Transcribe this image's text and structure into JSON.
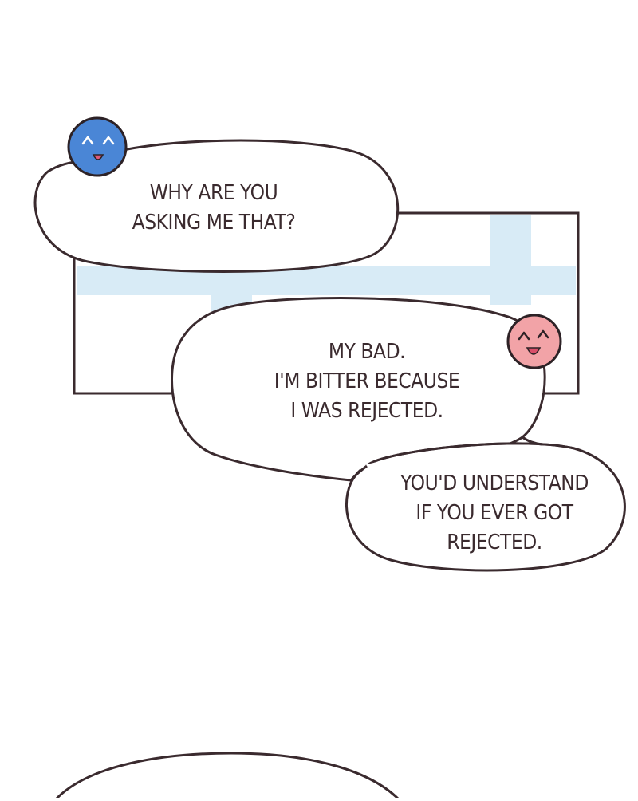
{
  "panel": {
    "bubbles": [
      {
        "speaker": "blue",
        "lines": [
          "WHY ARE YOU",
          "ASKING ME THAT?"
        ]
      },
      {
        "speaker": "pink",
        "lines": [
          "MY BAD.",
          "I'M BITTER BECAUSE",
          "I WAS REJECTED."
        ]
      },
      {
        "speaker": "pink",
        "lines": [
          "YOU'D UNDERSTAND",
          "IF YOU EVER GOT",
          "REJECTED."
        ]
      }
    ]
  },
  "colors": {
    "outline": "#3a2a2e",
    "blue_face": "#4a86d6",
    "pink_face": "#f2a3a7",
    "window_tint": "#d8ebf6"
  },
  "icons": [
    "blue-smiley-face-icon",
    "pink-smiley-face-icon"
  ]
}
